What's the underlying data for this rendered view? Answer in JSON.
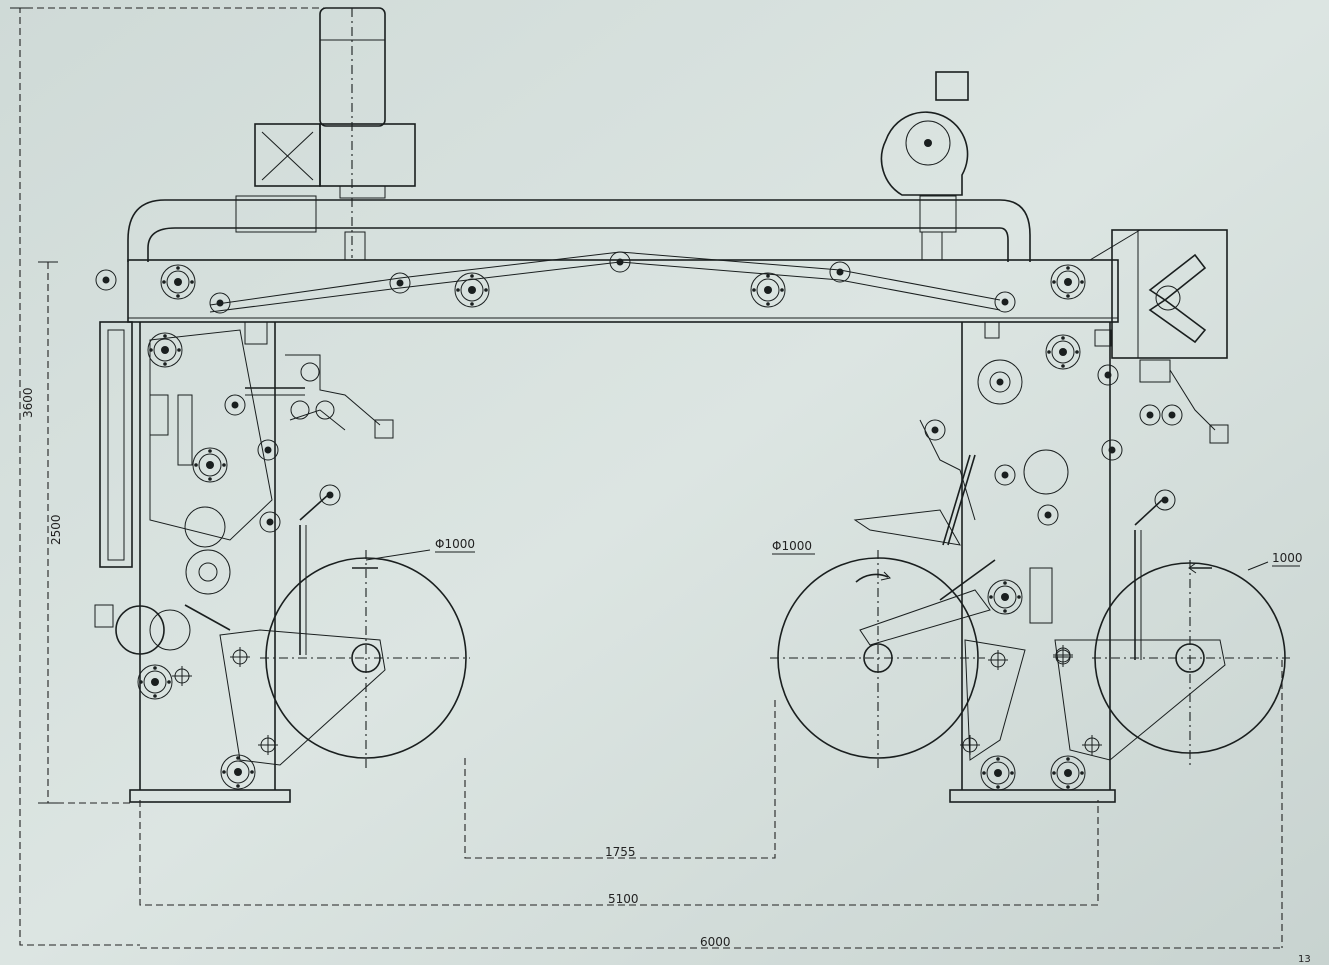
{
  "dimensions": {
    "overall_height": "3600",
    "frame_height": "2500",
    "roll_gap": "1755",
    "frame_width": "5100",
    "overall_width": "6000"
  },
  "rolls": {
    "left_roll_label": "Φ1000",
    "middle_roll_label": "Φ1000",
    "right_roll_label": "1000"
  },
  "page_number": "13",
  "colors": {
    "paper": "#d9e2df",
    "line": "#1a1f1f"
  }
}
